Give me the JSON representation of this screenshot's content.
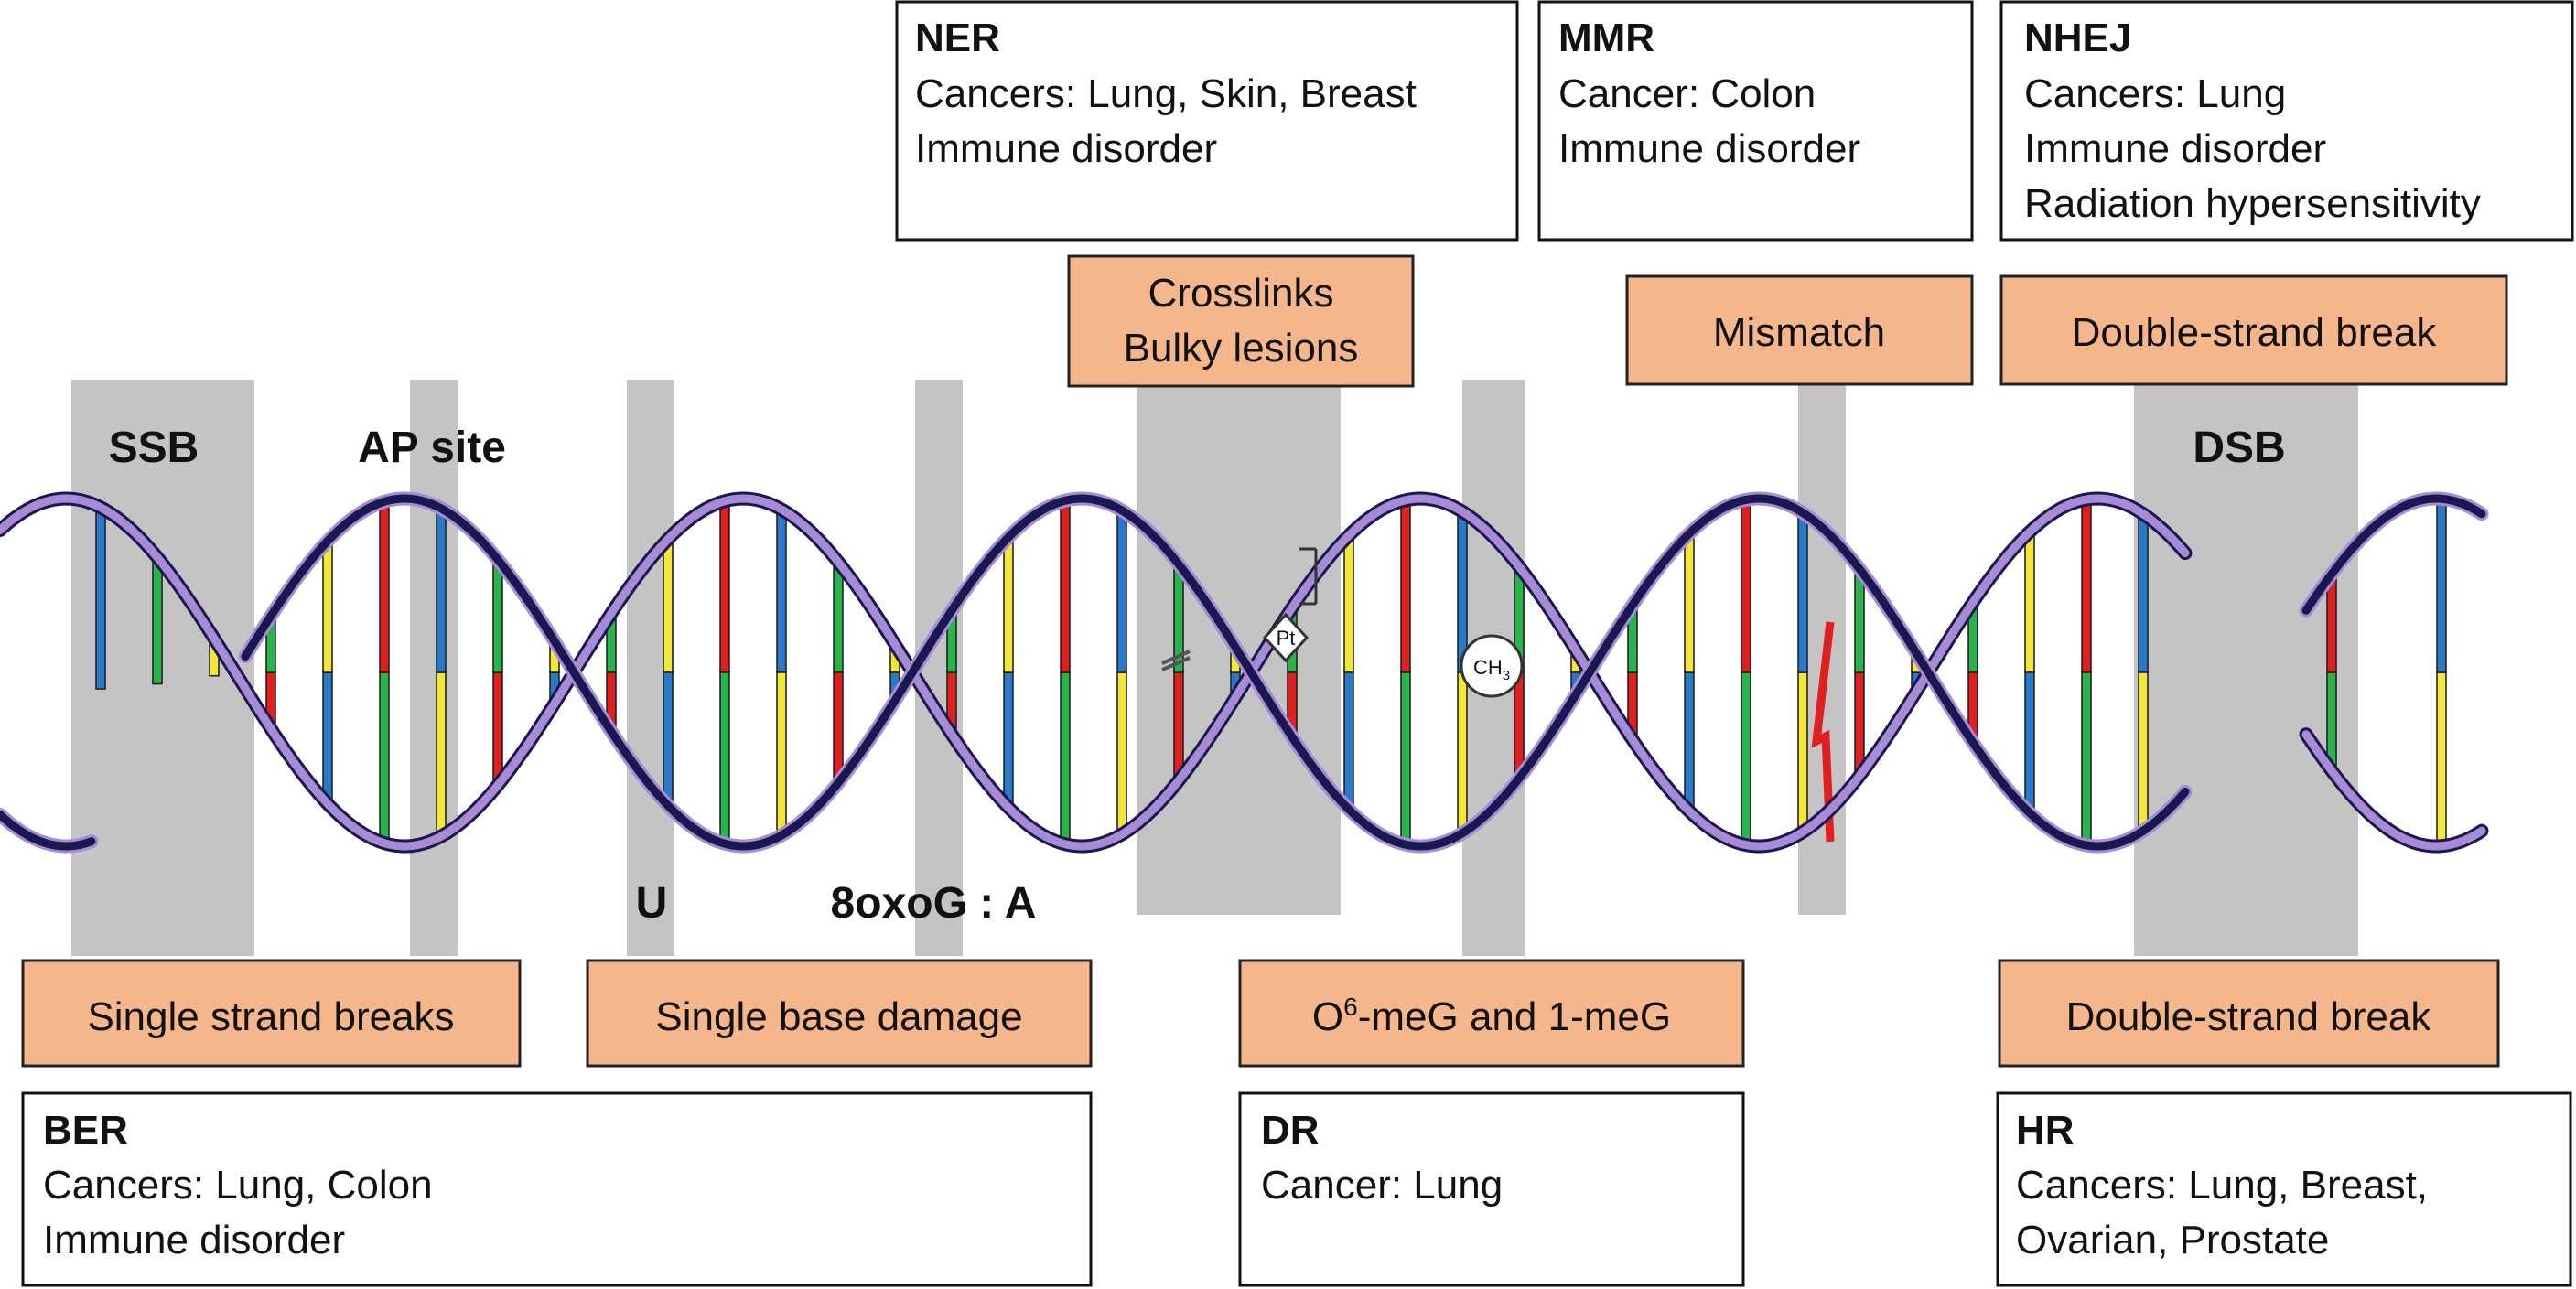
{
  "colors": {
    "band": "#c4c4c4",
    "lesion_fill": "#f4b68a",
    "strand_dark": "#1a1850",
    "strand_purple": "#a78bd4",
    "base_blue": "#2a78c8",
    "base_green": "#29b34a",
    "base_yellow": "#f4e63a",
    "base_red": "#e02020"
  },
  "site_labels": {
    "ssb": "SSB",
    "ap": "AP site",
    "u": "U",
    "oxog": "8oxoG : A",
    "dsb": "DSB"
  },
  "adducts": {
    "pt": "Pt",
    "ch3": "CH",
    "ch3_sub": "3"
  },
  "lesions_top": [
    {
      "lines": [
        "Crosslinks",
        "Bulky lesions"
      ]
    },
    {
      "lines": [
        "Mismatch"
      ]
    },
    {
      "lines": [
        "Double-strand break"
      ]
    }
  ],
  "lesions_bottom": [
    {
      "lines": [
        "Single strand breaks"
      ]
    },
    {
      "lines": [
        "Single base damage"
      ]
    },
    {
      "pre": "O",
      "sup": "6",
      "post": "-meG and 1-meG"
    },
    {
      "lines": [
        "Double-strand break"
      ]
    }
  ],
  "pathways_top": [
    {
      "title": "NER",
      "lines": [
        "Cancers: Lung, Skin, Breast",
        "Immune disorder"
      ]
    },
    {
      "title": "MMR",
      "lines": [
        "Cancer: Colon",
        "Immune disorder"
      ]
    },
    {
      "title": "NHEJ",
      "lines": [
        "Cancers: Lung",
        "Immune disorder",
        "Radiation hypersensitivity"
      ]
    }
  ],
  "pathways_bottom": [
    {
      "title": "BER",
      "lines": [
        "Cancers: Lung, Colon",
        "Immune disorder"
      ]
    },
    {
      "title": "DR",
      "lines": [
        "Cancer: Lung"
      ]
    },
    {
      "title": "HR",
      "lines": [
        "Cancers: Lung, Breast,",
        "Ovarian, Prostate"
      ]
    }
  ]
}
